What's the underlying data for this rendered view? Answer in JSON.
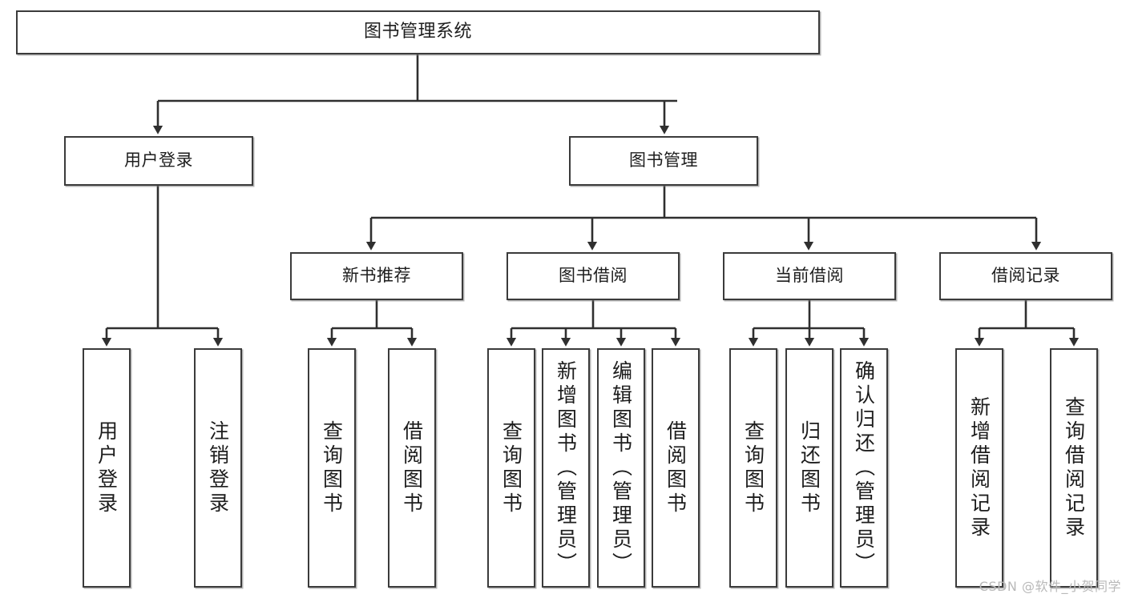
{
  "diagram": {
    "title_text": "图书管理系统",
    "type": "tree-hierarchy-chart",
    "nodes": {
      "root": {
        "label": "图书管理系统"
      },
      "level2": [
        {
          "id": "user-login",
          "label": "用户登录"
        },
        {
          "id": "book-management",
          "label": "图书管理"
        }
      ],
      "level3": [
        {
          "id": "new-book-recommend",
          "label": "新书推荐"
        },
        {
          "id": "book-borrow",
          "label": "图书借阅"
        },
        {
          "id": "current-borrow",
          "label": "当前借阅"
        },
        {
          "id": "borrow-record",
          "label": "借阅记录"
        }
      ],
      "leaves": {
        "user-login": [
          {
            "id": "leaf-user-login",
            "label": "用户登录"
          },
          {
            "id": "leaf-logout-login",
            "label": "注销登录"
          }
        ],
        "new-book-recommend": [
          {
            "id": "leaf-query-book-1",
            "label": "查询图书"
          },
          {
            "id": "leaf-borrow-book-1",
            "label": "借阅图书"
          }
        ],
        "book-borrow": [
          {
            "id": "leaf-query-book-2",
            "label": "查询图书"
          },
          {
            "id": "leaf-add-book",
            "label": "新增图书（管理员）"
          },
          {
            "id": "leaf-edit-book",
            "label": "编辑图书（管理员）"
          },
          {
            "id": "leaf-borrow-book-2",
            "label": "借阅图书"
          }
        ],
        "current-borrow": [
          {
            "id": "leaf-query-book-3",
            "label": "查询图书"
          },
          {
            "id": "leaf-return-book",
            "label": "归还图书"
          },
          {
            "id": "leaf-confirm-return",
            "label": "确认归还（管理员）"
          }
        ],
        "borrow-record": [
          {
            "id": "leaf-add-record",
            "label": "新增借阅记录"
          },
          {
            "id": "leaf-query-record",
            "label": "查询借阅记录"
          }
        ]
      }
    },
    "colors": {
      "box_border": "#3b3b3b",
      "box_fill": "#ffffff",
      "connector": "#2f2f2f",
      "text": "#1d1d1d",
      "watermark": "#b9b9b9"
    }
  },
  "watermark": {
    "text": "CSDN @软件_小贺同学"
  }
}
